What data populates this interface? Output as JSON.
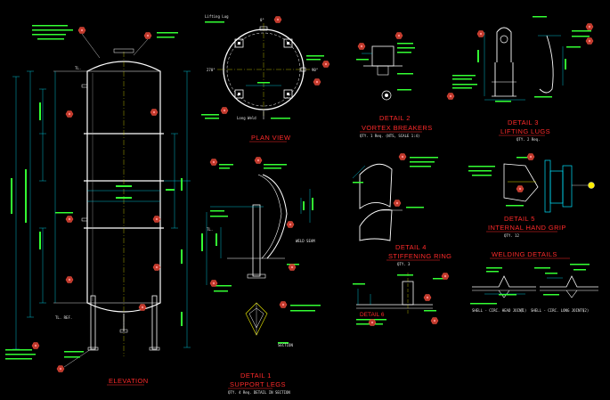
{
  "colors": {
    "background": "#000000",
    "outline": "#ffffff",
    "title": "#ff2a2a",
    "dimension": "#00e5ff",
    "detail": "#33ff33",
    "hidden": "#d8d800",
    "bubble": "#c0392b",
    "accent": "#ff00ff"
  },
  "titles": {
    "elevation": "ELEVATION",
    "plan_view": "PLAN VIEW",
    "detail1_a": "DETAIL 1",
    "detail1_b": "SUPPORT LEGS",
    "detail1_ref": "QTY. 4  Req. DETAIL IN SECTION",
    "detail2_a": "DETAIL 2",
    "detail2_b": "VORTEX BREAKERS",
    "detail2_ref": "QTY. 1 Req. (NTS, SCALE 1:4)",
    "detail3_a": "DETAIL 3",
    "detail3_b": "LIFTING LUGS",
    "detail3_ref": "QTY. 2 Req.",
    "detail4_a": "DETAIL 4",
    "detail4_b": "STIFFENING RING",
    "detail4_ref": "QTY. 3",
    "detail5_a": "DETAIL 5",
    "detail5_b": "INTERNAL HAND GRIP",
    "detail5_ref": "QTY. 12",
    "detail6": "DETAIL 6",
    "welding": "WELDING DETAILS"
  },
  "labels": {
    "tl_top": "TL.",
    "tl_ref": "TL. REF.",
    "tl_bottom": "TL.",
    "weld_seam": "WELD SEAM",
    "lifting_lug": "Lifting Lug",
    "long_weld": "Long Weld",
    "weld_1": "SHELL - CIRC. HEAD JOINT",
    "weld_2": "SHELL - CIRC. LONG JOINTS",
    "weld_cap_1": "(1)",
    "weld_cap_2": "(2)",
    "section": "SECTION",
    "angle_270": "270°",
    "angle_0": "0°",
    "angle_90": "90°"
  }
}
